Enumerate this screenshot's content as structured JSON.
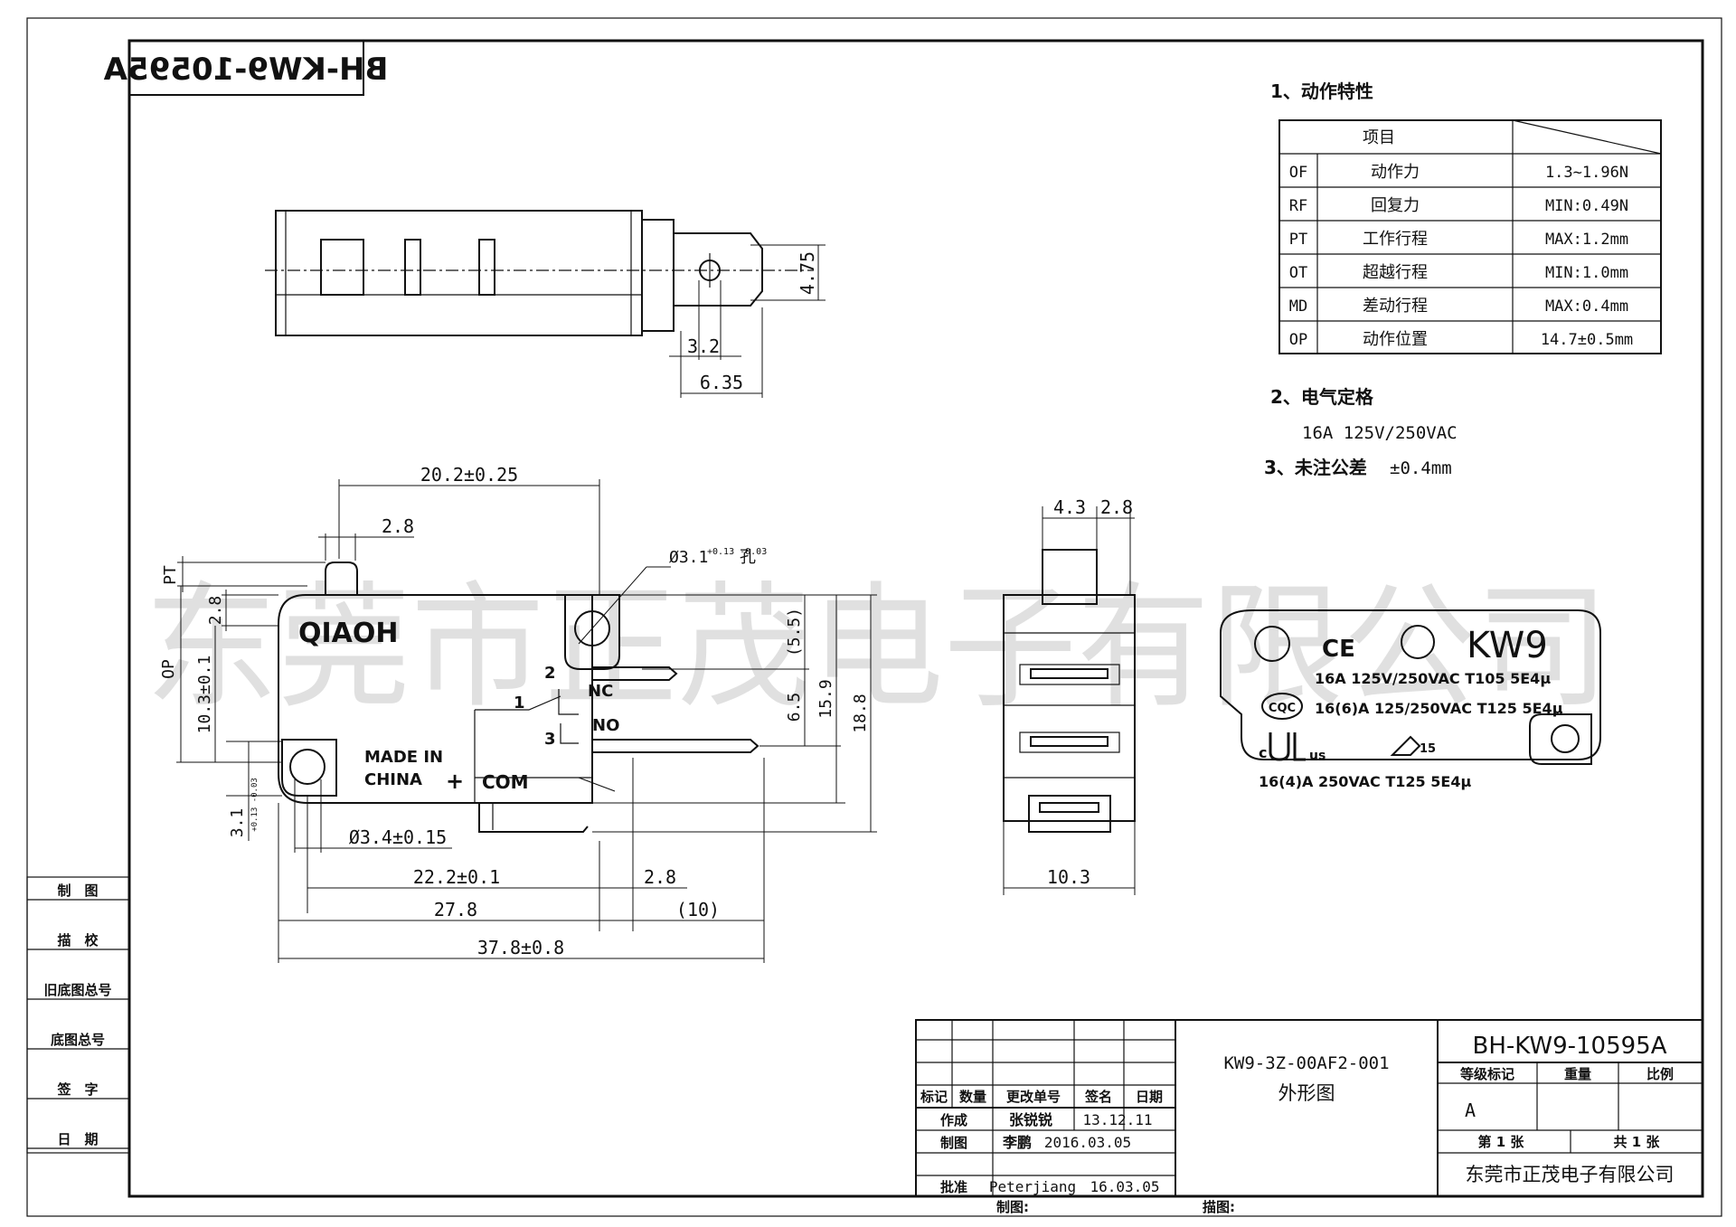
{
  "drawing_number_top": "BH-KW9-10595A",
  "watermark": "东莞市正茂电子有限公司",
  "spec": {
    "section1_title": "1、动作特性",
    "table_header": "项目",
    "rows": [
      {
        "code": "OF",
        "name": "动作力",
        "value": "1.3~1.96N"
      },
      {
        "code": "RF",
        "name": "回复力",
        "value": "MIN:0.49N"
      },
      {
        "code": "PT",
        "name": "工作行程",
        "value": "MAX:1.2mm"
      },
      {
        "code": "OT",
        "name": "超越行程",
        "value": "MIN:1.0mm"
      },
      {
        "code": "MD",
        "name": "差动行程",
        "value": "MAX:0.4mm"
      },
      {
        "code": "OP",
        "name": "动作位置",
        "value": "14.7±0.5mm"
      }
    ],
    "section2_title": "2、电气定格",
    "section2_value": "16A 125V/250VAC",
    "section3_title": "3、未注公差",
    "section3_value": "±0.4mm"
  },
  "top_view": {
    "dim_width": "4.75",
    "dim_hole": "3.2",
    "dim_tab": "6.35"
  },
  "front_view": {
    "dim_actuator": "20.2±0.25",
    "dim_plunger": "2.8",
    "hole_label": "Ø3.1",
    "hole_tol": "+0.13 -0.03",
    "hole_suffix": "孔",
    "pt_label": "PT",
    "op_label": "OP",
    "dim_28_left": "2.8",
    "dim_103": "10.3±0.1",
    "dim_55": "(5.5)",
    "dim_65": "6.5",
    "dim_159": "15.9",
    "dim_188": "18.8",
    "dim_31": "3.1",
    "dim_31_tol": "+0.13 -0.03",
    "dim_34": "Ø3.4±0.15",
    "dim_222": "22.2±0.1",
    "dim_28_right": "2.8",
    "dim_278": "27.8",
    "dim_10": "(10)",
    "dim_378": "37.8±0.8",
    "brand": "QIAOH",
    "made_in_1": "MADE IN",
    "made_in_2": "CHINA",
    "plus": "+",
    "com": "COM",
    "nc": "NC",
    "no": "NO",
    "pin1": "1",
    "pin2": "2",
    "pin3": "3"
  },
  "side_view": {
    "dim_43": "4.3",
    "dim_28": "2.8",
    "dim_103": "10.3"
  },
  "label_view": {
    "model": "KW9",
    "ce": "CE",
    "line1": "16A 125V/250VAC T105 5E4μ",
    "cqc": "CQC",
    "line2": "16(6)A 125/250VAC  T125  5E4μ",
    "ul_c": "c",
    "ul_us": "us",
    "enec": "15",
    "line3": "16(4)A   250VAC  T125   5E4μ"
  },
  "left_strip": [
    "制　图",
    "描　校",
    "旧底图总号",
    "底图总号",
    "签　字",
    "日　期"
  ],
  "title_block": {
    "col_heads": [
      "标记",
      "数量",
      "更改单号",
      "签名",
      "日期"
    ],
    "rows": [
      {
        "role": "作成",
        "name": "张锐锐",
        "date": "13.12.11"
      },
      {
        "role": "制图",
        "name": "李鹏",
        "date": "2016.03.05"
      },
      {
        "role": "批准",
        "name": "Peterjiang",
        "date": "16.03.05"
      }
    ],
    "part_no": "KW9-3Z-00AF2-001",
    "part_desc": "外形图",
    "drawing_number": "BH-KW9-10595A",
    "grade_head": "等级标记",
    "weight_head": "重量",
    "scale_head": "比例",
    "grade_value": "A",
    "sheet_no": "第 1 张",
    "sheet_total": "共 1 张",
    "company": "东莞市正茂电子有限公司",
    "drawn_by": "制图:",
    "traced_by": "描图:"
  }
}
